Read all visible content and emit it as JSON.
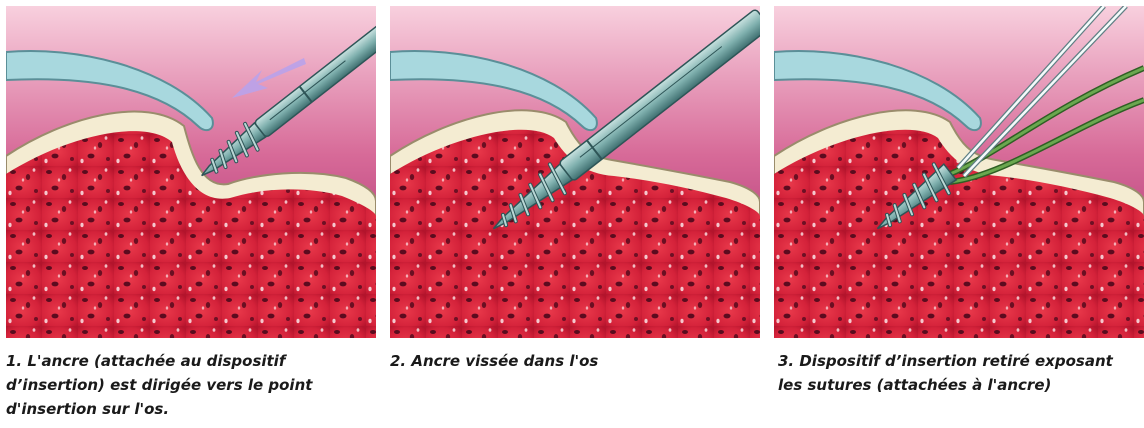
{
  "panels": [
    {
      "caption": "1. L'ancre (attachée au dispositif d’insertion) est dirigée vers le point d'insertion sur l'os.",
      "illustration": "anchor-directed-to-bone"
    },
    {
      "caption": "2. Ancre vissée dans l'os",
      "illustration": "anchor-screwed-into-bone"
    },
    {
      "caption": "3. Dispositif d’insertion retiré exposant les sutures (attachées à l'ancre)",
      "illustration": "inserter-removed-sutures-exposed"
    }
  ],
  "colors": {
    "background_top": "#f6c3d5",
    "background_bottom": "#9c1e66",
    "bone_marrow": "#d9263a",
    "cortex": "#f4ecd2",
    "cartilage": "#a6d6dc",
    "instrument": "#74a8a6",
    "suture": "#4f8b3a",
    "arrow": "#b79ee8"
  }
}
